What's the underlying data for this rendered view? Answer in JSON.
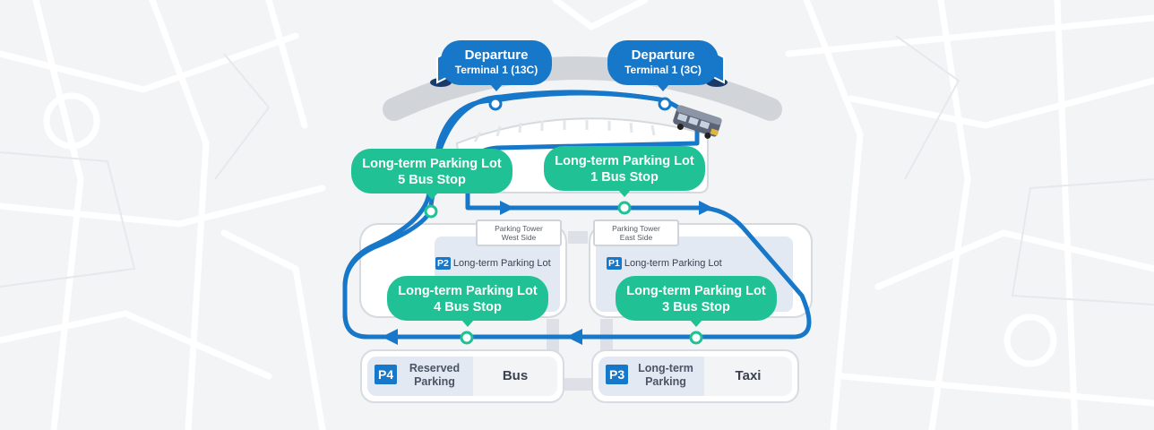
{
  "callouts": {
    "dep_13c": {
      "line1": "Departure",
      "line2": "Terminal 1 (13C)"
    },
    "dep_3c": {
      "line1": "Departure",
      "line2": "Terminal 1 (3C)"
    },
    "stop5": {
      "line1": "Long-term Parking Lot",
      "line2": "5 Bus Stop"
    },
    "stop1": {
      "line1": "Long-term Parking Lot",
      "line2": "1 Bus Stop"
    },
    "stop4": {
      "line1": "Long-term Parking Lot",
      "line2": "4 Bus Stop"
    },
    "stop3": {
      "line1": "Long-term Parking Lot",
      "line2": "3 Bus Stop"
    }
  },
  "towers": {
    "west": {
      "line1": "Parking Tower",
      "line2": "West Side"
    },
    "east": {
      "line1": "Parking Tower",
      "line2": "East Side"
    }
  },
  "lots": {
    "p2": {
      "code": "P2",
      "label": "Long-term Parking Lot"
    },
    "p1": {
      "code": "P1",
      "label": "Long-term Parking Lot"
    }
  },
  "bottom": {
    "p4": {
      "code": "P4",
      "name": "Reserved Parking",
      "mode": "Bus"
    },
    "p3": {
      "code": "P3",
      "name": "Long-term Parking",
      "mode": "Taxi"
    }
  },
  "colors": {
    "route": "#1777c9",
    "stop_callout": "#1fc195",
    "departure_callout": "#1777c9",
    "lot_badge": "#1777c9"
  },
  "icons": [
    "bus-vehicle-icon",
    "departure-pin-icon",
    "bus-stop-marker-icon",
    "route-direction-arrow-icon"
  ]
}
